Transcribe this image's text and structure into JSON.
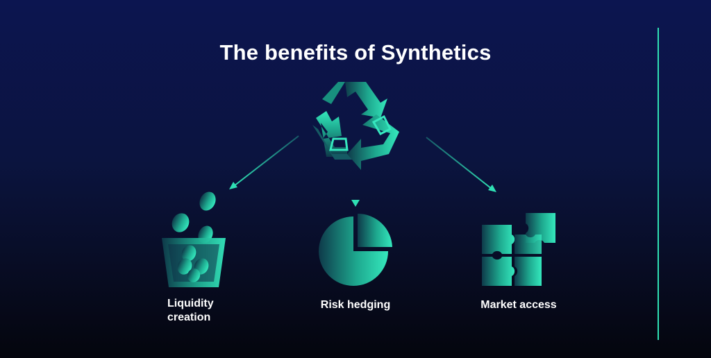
{
  "title": "The benefits of Synthetics",
  "nodes": {
    "center_icon": "recycle-icon",
    "items": [
      {
        "label_line1": "Liquidity",
        "label_line2": "creation",
        "icon": "coin-basket-icon"
      },
      {
        "label": "Risk hedging",
        "icon": "pie-chart-icon"
      },
      {
        "label": "Market access",
        "icon": "puzzle-icon"
      }
    ]
  },
  "colors": {
    "accent": "#2fe0b4",
    "accent_dark": "#0f4a55",
    "background_top": "#0c1550",
    "background_bottom": "#04050d",
    "text": "#ffffff"
  }
}
